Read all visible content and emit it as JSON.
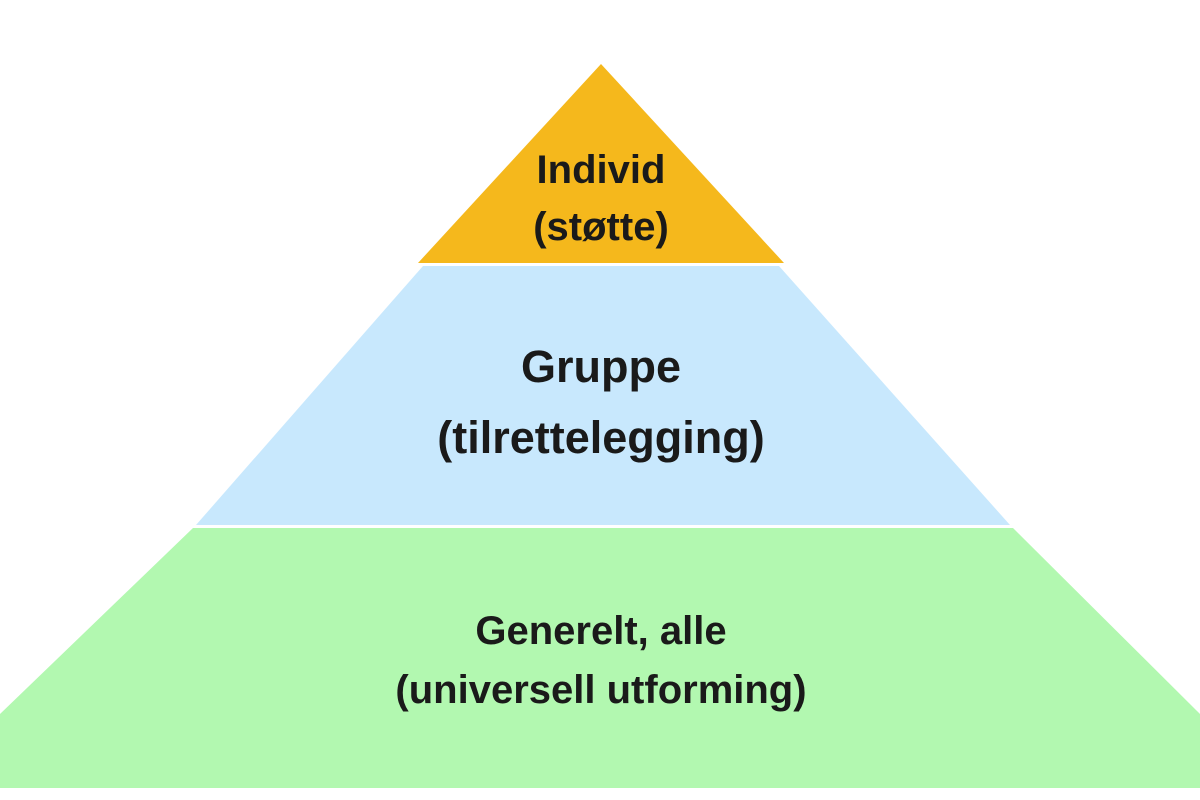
{
  "tiers": [
    {
      "line1": "Individ",
      "line2": "(støtte)",
      "color": "#f5b81c"
    },
    {
      "line1": "Gruppe",
      "line2": "(tilrettelegging)",
      "color": "#c8e8fd"
    },
    {
      "line1": "Generelt, alle",
      "line2": "(universell utforming)",
      "color": "#b2f8b0"
    }
  ],
  "colors": {
    "background": "#ffffff",
    "separator": "#ffffff",
    "text": "#1a1a1a"
  }
}
